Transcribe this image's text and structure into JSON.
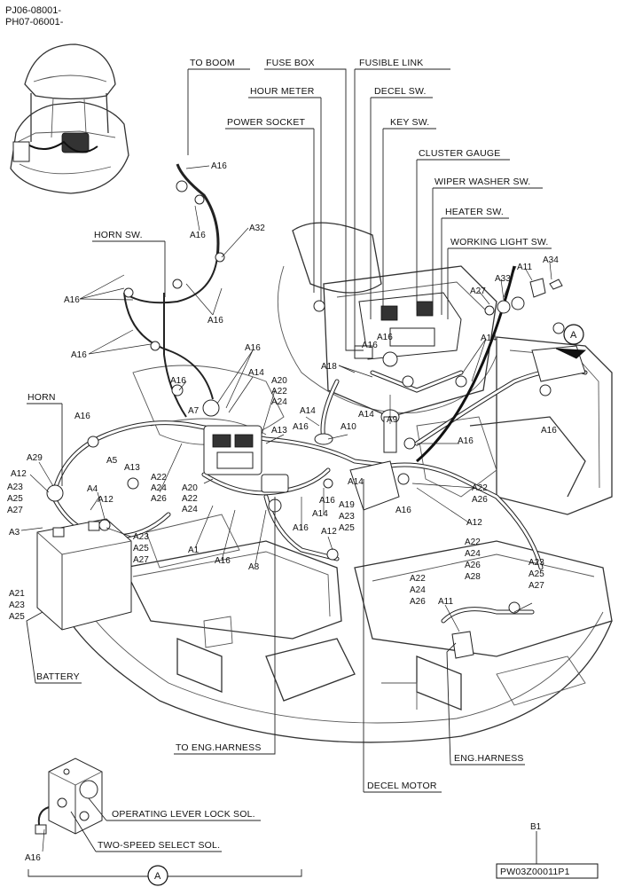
{
  "header": {
    "line1": "PJ06-08001-",
    "line2": "PH07-06001-"
  },
  "callouts": {
    "to_boom": "TO BOOM",
    "fuse_box": "FUSE BOX",
    "fusible_link": "FUSIBLE LINK",
    "hour_meter": "HOUR METER",
    "decel_sw": "DECEL SW.",
    "power_socket": "POWER SOCKET",
    "key_sw": "KEY SW.",
    "cluster_gauge": "CLUSTER GAUGE",
    "wiper_washer_sw": "WIPER WASHER SW.",
    "heater_sw": "HEATER SW.",
    "working_light_sw": "WORKING LIGHT SW.",
    "horn_sw": "HORN SW.",
    "horn": "HORN",
    "battery": "BATTERY",
    "to_eng_harness": "TO ENG.HARNESS",
    "eng_harness": "ENG.HARNESS",
    "decel_motor": "DECEL MOTOR",
    "operating_lever_lock_sol": "OPERATING LEVER LOCK SOL.",
    "two_speed_select_sol": "TWO-SPEED SELECT SOL."
  },
  "parts": {
    "a1": "A1",
    "a3": "A3",
    "a4": "A4",
    "a5": "A5",
    "a7": "A7",
    "a8": "A8",
    "a9": "A9",
    "a10": "A10",
    "a11": "A11",
    "a12": "A12",
    "a13": "A13",
    "a14": "A14",
    "a16": "A16",
    "a18": "A18",
    "a19": "A19",
    "a20": "A20",
    "a21": "A21",
    "a22": "A22",
    "a23": "A23",
    "a24": "A24",
    "a25": "A25",
    "a26": "A26",
    "a27": "A27",
    "a28": "A28",
    "a29": "A29",
    "a32": "A32",
    "a33": "A33",
    "a34": "A34"
  },
  "view_marker": "A",
  "sheet_ref": "B1",
  "drawing_number": "PW03Z00011P1"
}
